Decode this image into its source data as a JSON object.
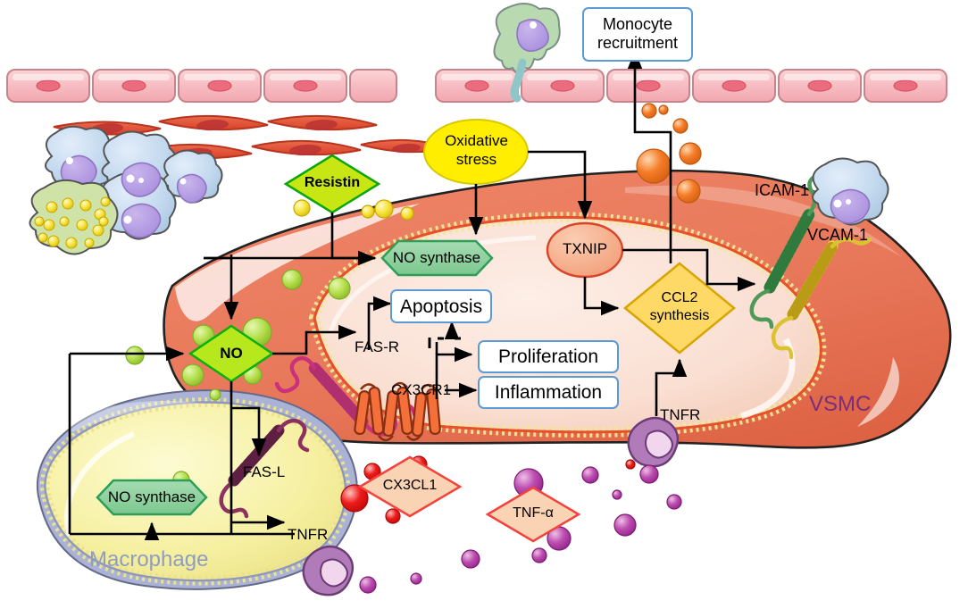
{
  "figure": {
    "type": "biological-pathway-diagram",
    "subject": "Resistin / adipokine signalling between macrophage and vascular smooth muscle cell in the vessel wall"
  },
  "cells": {
    "vsmc_label": "VSMC",
    "vsmc_color": "#7b2d7b",
    "macrophage_label": "Macrophage",
    "macrophage_color": "#8f9dc0"
  },
  "process_boxes": [
    {
      "id": "monocyte-recruitment",
      "label": "Monocyte\nrecruitment",
      "line1": "Monocyte",
      "line2": "recruitment"
    },
    {
      "id": "apoptosis",
      "label": "Apoptosis"
    },
    {
      "id": "proliferation",
      "label": "Proliferation"
    },
    {
      "id": "inflammation",
      "label": "Inflammation"
    }
  ],
  "nodes": {
    "oxidative_stress": {
      "label": "Oxidative\nstress",
      "line1": "Oxidative",
      "line2": "stress",
      "shape": "ellipse",
      "color": "#ffee00"
    },
    "resistin": {
      "label": "Resistin",
      "shape": "diamond",
      "color": "#c8e614"
    },
    "no": {
      "label": "NO",
      "shape": "diamond",
      "color": "#b7e81e"
    },
    "cx3cl1": {
      "label": "CX3CL1",
      "shape": "diamond",
      "color": "#fad3b4"
    },
    "tnf_alpha": {
      "label": "TNF-α",
      "shape": "diamond",
      "color": "#fad3b4"
    },
    "ccl2_synthesis": {
      "label": "CCL2\nsynthesis",
      "line1": "CCL2",
      "line2": "synthesis",
      "shape": "diamond",
      "color": "#ffd966"
    },
    "txnip": {
      "label": "TXNIP",
      "shape": "ellipse",
      "color": "#f4a582"
    },
    "no_synthase_vsmc": {
      "label": "NO synthase",
      "shape": "hexagon",
      "color": "#8fd19e"
    },
    "no_synthase_mac": {
      "label": "NO synthase",
      "shape": "hexagon",
      "color": "#8fd19e"
    }
  },
  "receptor_labels": {
    "fas_r": "FAS-R",
    "fas_l": "FAS-L",
    "cx3cr1": "CX3CR1",
    "tnfr_vsmc": "TNFR",
    "tnfr_mac": "TNFR",
    "icam1": "ICAM-1",
    "vcam1": "VCAM-1"
  },
  "icons": {
    "endothelium": "endothelial-cell-row-icon",
    "fibroblast": "fibroblast-cell-icon",
    "monocyte": "monocyte-cell-icon",
    "foam_cell": "foam-cell-icon",
    "transmigrating_monocyte": "transmigrating-monocyte-icon",
    "no_particle": "green-no-particle-icon",
    "resistin_particle": "yellow-resistin-particle-icon",
    "ccl2_particle": "orange-ccl2-particle-icon",
    "tnf_particle": "purple-tnf-particle-icon",
    "cx3cl1_particle": "red-cx3cl1-particle-icon",
    "tnfr_receptor": "purple-tnfr-receptor-icon",
    "fas_receptor": "pink-fas-receptor-icon",
    "cx3cr1_receptor": "orange-7tm-receptor-icon",
    "icam_receptor": "green-icam1-receptor-icon",
    "vcam_receptor": "yellow-vcam1-receptor-icon"
  },
  "colors": {
    "arrow": "#000000",
    "vsmc_body": "#e8785a",
    "vsmc_cytoplasm": "#fadfd2",
    "macrophage_body": "#f5f0a5",
    "macrophage_membrane": "#a9b2d4",
    "endothelium": "#f6b9bd",
    "fibroblast": "#e0573d",
    "box_border": "#5b9bd5"
  }
}
